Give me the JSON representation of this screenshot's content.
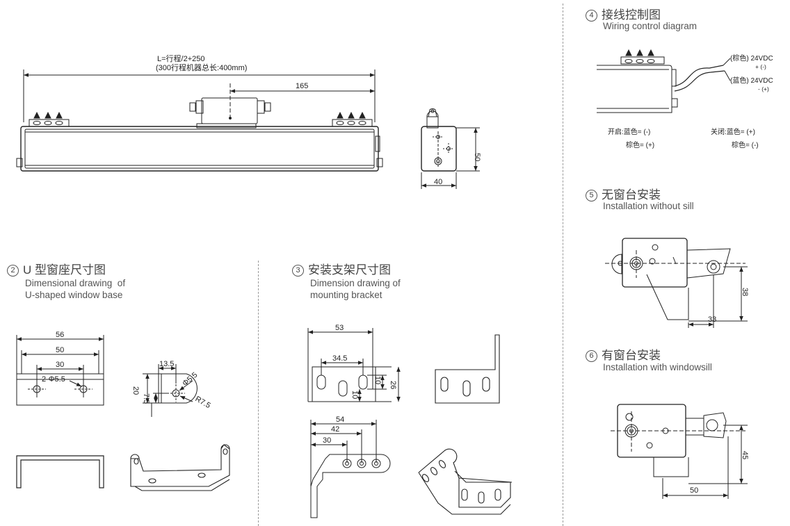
{
  "sections": {
    "wiring": {
      "num": "④",
      "title": "接线控制图",
      "subtitle": "Wiring control diagram"
    },
    "no_sill": {
      "num": "⑤",
      "title": "无窗台安装",
      "subtitle": "Installation without sill"
    },
    "with_sill": {
      "num": "⑥",
      "title": "有窗台安装",
      "subtitle": "Installation with windowsill"
    },
    "u_base": {
      "num": "②",
      "title": "U 型窗座尺寸图",
      "subtitle": "Dimensional drawing  of\nU-shaped window base"
    },
    "bracket": {
      "num": "③",
      "title": "安装支架尺寸图",
      "subtitle": "Dimension drawing of\nmounting bracket"
    }
  },
  "main_drawing": {
    "length_formula": "L=行程/2+250",
    "length_note": "(300行程机器总长:400mm)",
    "dim_165": "165",
    "dim_50": "50",
    "dim_40": "40"
  },
  "wiring": {
    "brown_label": "(棕色) 24VDC",
    "brown_polarity": "+  (-)",
    "blue_label": "(蓝色) 24VDC",
    "blue_polarity": "-  (+)",
    "open_blue": "开启:蓝色= (-)",
    "open_brown": "棕色= (+)",
    "close_blue": "关闭:蓝色= (+)",
    "close_brown": "棕色= (-)"
  },
  "no_sill": {
    "dim_38": "38",
    "dim_33": "33"
  },
  "with_sill": {
    "dim_45": "45",
    "dim_50": "50"
  },
  "u_base": {
    "dim_56": "56",
    "dim_50": "50",
    "dim_30": "30",
    "hole_label": "2-Φ5.5",
    "dim_13_5": "13.5",
    "dim_phi5_5": "Φ5.5",
    "dim_20": "20",
    "dim_7_5": "7.5",
    "dim_r7_5": "R7.5"
  },
  "bracket": {
    "dim_53": "53",
    "dim_34_5": "34.5",
    "dim_10a": "10",
    "dim_10b": "10",
    "dim_26": "26",
    "dim_54": "54",
    "dim_42": "42",
    "dim_30": "30"
  }
}
